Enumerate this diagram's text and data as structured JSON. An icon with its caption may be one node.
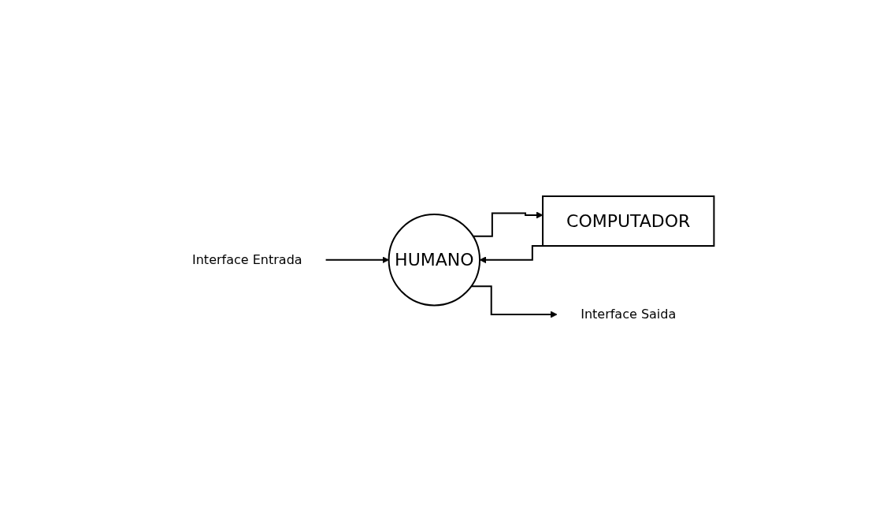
{
  "diagram": {
    "nodes": [
      {
        "text": [
          "Interface Entrada"
        ]
      },
      {
        "text": [
          "HUMANO"
        ]
      },
      {
        "text": [
          "COMPUTADOR"
        ]
      },
      {
        "text": [
          "Interface Saida"
        ]
      }
    ],
    "edges": [
      {
        "from": 0,
        "to": 1,
        "arrow": "to"
      },
      {
        "from": 2,
        "to": 1,
        "arrow": "to"
      },
      {
        "from": 1,
        "to": 2,
        "arrow": "to"
      },
      {
        "from": 1,
        "to": 3,
        "arrow": "to"
      }
    ]
  }
}
